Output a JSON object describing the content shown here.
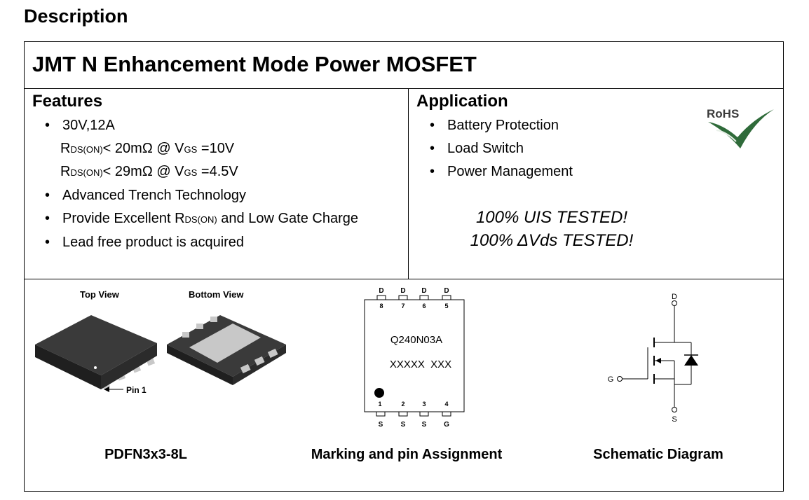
{
  "heading": "Description",
  "title": "JMT N Enhancement Mode Power MOSFET",
  "features": {
    "title": "Features",
    "rating": "30V,12A",
    "rds1": {
      "sym": "R",
      "sub": "DS(ON)",
      "mid": "< 20mΩ @ V",
      "gs": "GS",
      "val": " =10V"
    },
    "rds2": {
      "sym": "R",
      "sub": "DS(ON)",
      "mid": "< 29mΩ @ V",
      "gs": "GS",
      "val": " =4.5V"
    },
    "item2": "Advanced Trench Technology",
    "item3": {
      "pre": "Provide Excellent R",
      "sub": "DS(ON)",
      "post": " and Low Gate Charge"
    },
    "item4": "Lead free product is acquired"
  },
  "application": {
    "title": "Application",
    "items": [
      "Battery Protection",
      "Load Switch",
      "Power Management"
    ],
    "tested1": "100% UIS TESTED!",
    "tested2": "100% ΔVds TESTED!",
    "rohs": "RoHS"
  },
  "package": {
    "top_view": "Top View",
    "bottom_view": "Bottom View",
    "pin1": "Pin 1",
    "caption": "PDFN3x3-8L"
  },
  "marking": {
    "top_pins": [
      {
        "num": "8",
        "name": "D"
      },
      {
        "num": "7",
        "name": "D"
      },
      {
        "num": "6",
        "name": "D"
      },
      {
        "num": "5",
        "name": "D"
      }
    ],
    "bottom_pins": [
      {
        "num": "1",
        "name": "S"
      },
      {
        "num": "2",
        "name": "S"
      },
      {
        "num": "3",
        "name": "S"
      },
      {
        "num": "4",
        "name": "G"
      }
    ],
    "part": "Q240N03A",
    "code": "XXXXX  XXX",
    "caption": "Marking and pin Assignment"
  },
  "schematic": {
    "d": "D",
    "g": "G",
    "s": "S",
    "caption": "Schematic Diagram"
  },
  "colors": {
    "rohs_green": "#2f6b3a",
    "body_dark": "#2a2a2a",
    "pad": "#c8c8c8"
  }
}
